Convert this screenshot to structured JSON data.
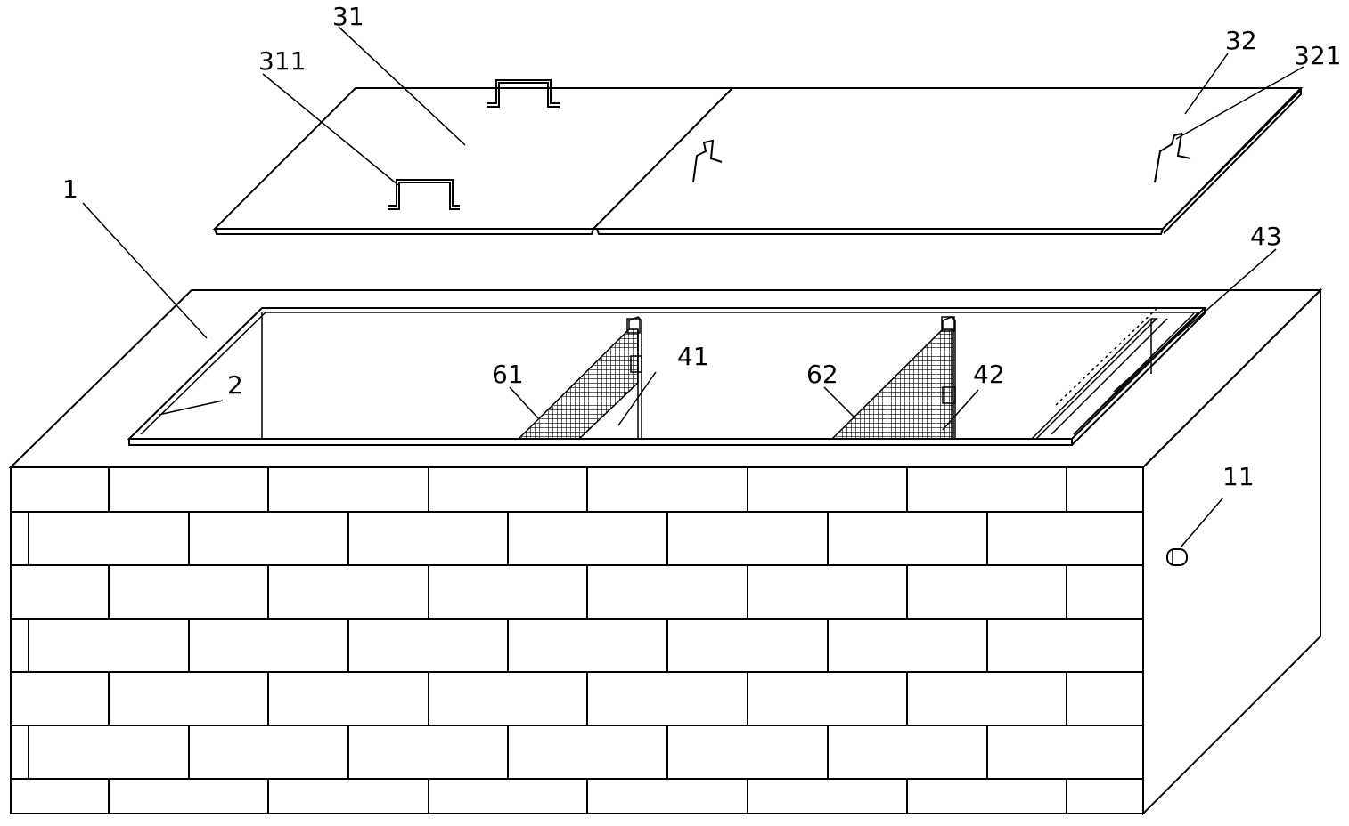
{
  "figure": {
    "labels": {
      "l1": "1",
      "l2": "2",
      "l11": "11",
      "l31": "31",
      "l311": "311",
      "l32": "32",
      "l321": "321",
      "l41": "41",
      "l42": "42",
      "l43": "43",
      "l61": "61",
      "l62": "62"
    }
  }
}
